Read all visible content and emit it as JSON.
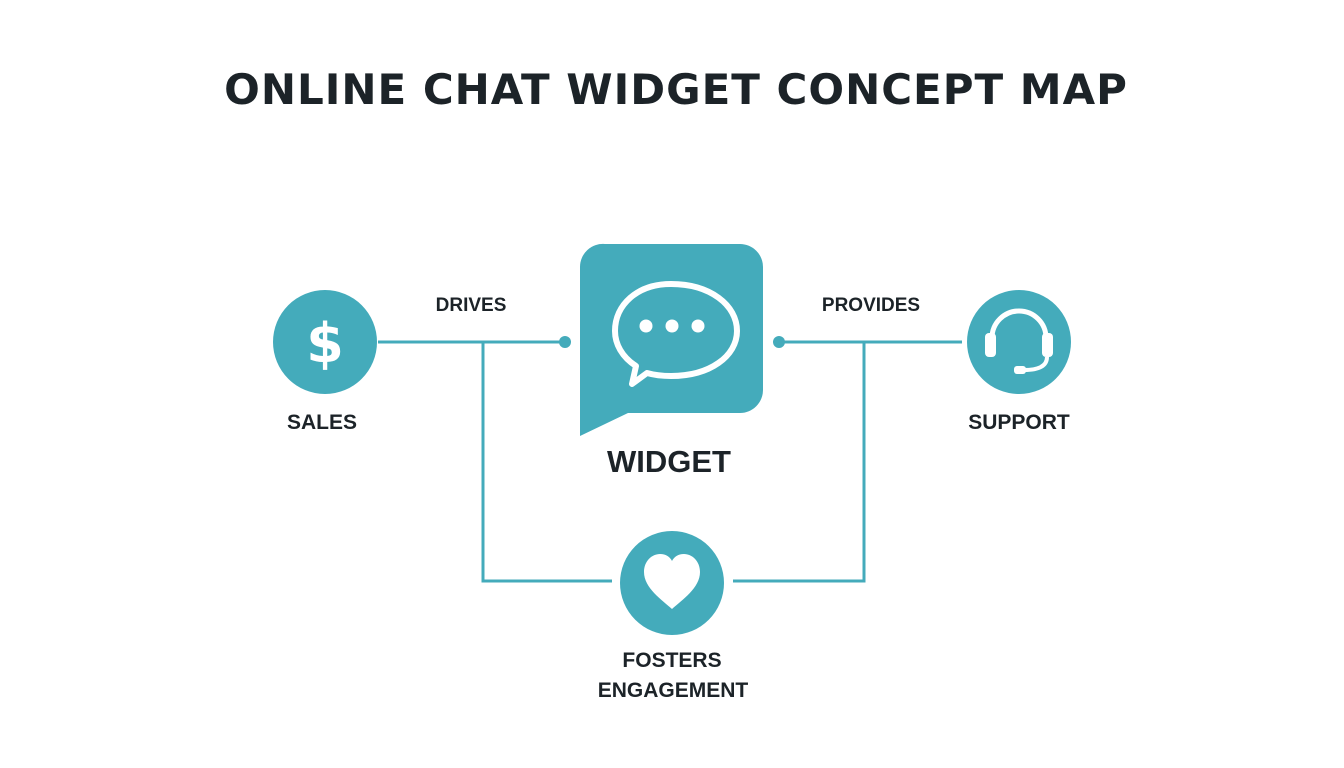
{
  "title": "ONLINE CHAT WIDGET CONCEPT MAP",
  "colors": {
    "accent": "#44abbb",
    "text": "#1c2328",
    "background": "#ffffff"
  },
  "nodes": {
    "center": {
      "label": "WIDGET",
      "icon": "chat-bubble-icon"
    },
    "left": {
      "label": "SALES",
      "icon": "dollar-icon"
    },
    "right": {
      "label": "SUPPORT",
      "icon": "headset-icon"
    },
    "bottom": {
      "label_line1": "FOSTERS",
      "label_line2": "ENGAGEMENT",
      "icon": "heart-icon"
    }
  },
  "edges": {
    "left": {
      "label": "DRIVES"
    },
    "right": {
      "label": "PROVIDES"
    }
  }
}
